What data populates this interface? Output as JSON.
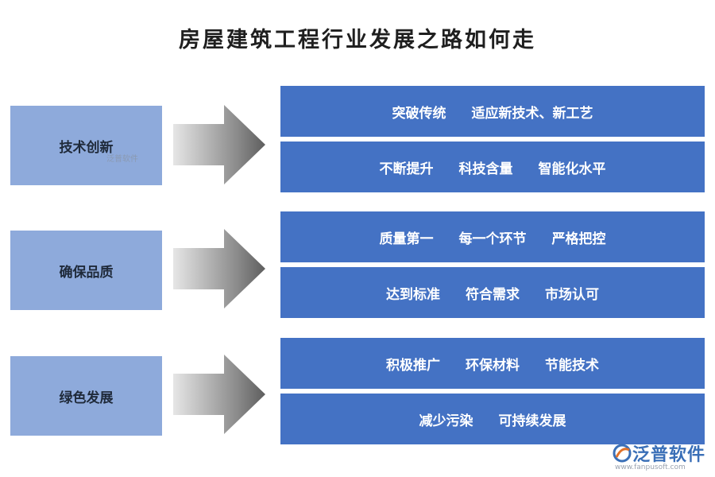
{
  "title": "房屋建筑工程行业发展之路如何走",
  "rows": [
    {
      "label": "技术创新",
      "bars": [
        [
          "突破传统",
          "适应新技术、新工艺"
        ],
        [
          "不断提升",
          "科技含量",
          "智能化水平"
        ]
      ]
    },
    {
      "label": "确保品质",
      "bars": [
        [
          "质量第一",
          "每一个环节",
          "严格把控"
        ],
        [
          "达到标准",
          "符合需求",
          "市场认可"
        ]
      ]
    },
    {
      "label": "绿色发展",
      "bars": [
        [
          "积极推广",
          "环保材料",
          "节能技术"
        ],
        [
          "减少污染",
          "可持续发展"
        ]
      ]
    }
  ],
  "watermark": {
    "small": "泛普软件",
    "logo": "泛普软件",
    "url": "www.fanpusoft.com"
  },
  "colors": {
    "label_box": "#8eaadb",
    "bar": "#4472c4",
    "arrow": "#8a8a8a"
  }
}
